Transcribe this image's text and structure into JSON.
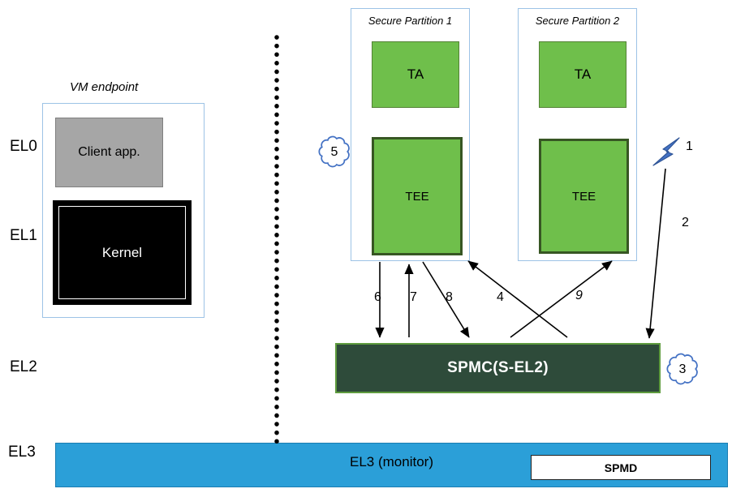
{
  "el_labels": {
    "el0": "EL0",
    "el1": "EL1",
    "el2": "EL2",
    "el3": "EL3"
  },
  "vm_endpoint": {
    "title": "VM endpoint",
    "client_app_label": "Client app.",
    "kernel_label": "Kernel"
  },
  "partitions": [
    {
      "title": "Secure Partition 1",
      "ta_label": "TA",
      "tee_label": "TEE"
    },
    {
      "title": "Secure Partition 2",
      "ta_label": "TA",
      "tee_label": "TEE"
    }
  ],
  "spmc": {
    "label": "SPMC(S-EL2)"
  },
  "el3_bar": {
    "label": "EL3 (monitor)",
    "spmd_label": "SPMD"
  },
  "steps": {
    "s1": "1",
    "s2": "2",
    "s3": "3",
    "s4": "4",
    "s5": "5",
    "s6": "6",
    "s7": "7",
    "s8": "8",
    "s9": "9"
  },
  "icons": {
    "lightning": "lightning-bolt",
    "clouds": "cloud-callout"
  },
  "colors": {
    "ta_tee_green": "#6fbf4b",
    "tee_border_green": "#375623",
    "spmc_fill": "#2e4b3a",
    "spmc_border": "#5f9c3f",
    "el3_blue": "#2b9fd8",
    "partition_border": "#9dc3e6",
    "annotation_blue": "#4472c4"
  }
}
